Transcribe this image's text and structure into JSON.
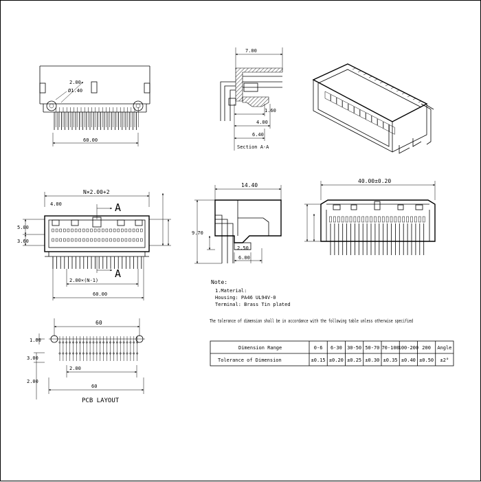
{
  "views": {
    "front_top": {
      "dim_pitch": "2.00",
      "dim_hole": "Ø1.40",
      "dim_total": "60.00"
    },
    "section": {
      "dim_top": "7.00",
      "dim_a": "1.60",
      "dim_b": "4.00",
      "dim_c": "6.40",
      "label": "Section A-A"
    },
    "front_main": {
      "dim_top": "N×2.00+2",
      "dim_left": "4.00",
      "section_marker": "A",
      "dim_h1": "5.00",
      "dim_h2": "3.60",
      "dim_bottom_pitch": "2.00×(N-1)",
      "dim_bottom_total": "60.00"
    },
    "side": {
      "dim_top": "14.40",
      "dim_left": "9.70",
      "dim_small": "2.50",
      "dim_bottom": "6.00"
    },
    "back": {
      "dim_top": "40.00±0.20"
    },
    "pcb": {
      "dim_top": "60",
      "dim_pitch": "2.00",
      "dim_total": "60",
      "label": "PCB LAYOUT",
      "left_dims": [
        "1.00",
        "3.00",
        "2.00"
      ]
    }
  },
  "notes": {
    "title": "Note:",
    "lines": [
      "1.Material:",
      "  Housing: PA46 UL94V-0",
      "  Terminal: Brass Tin plated"
    ],
    "tolerance_note": "The tolerance of dimension shall be in accordance with the following table unless otherwise specified"
  },
  "tolerance_table": {
    "header_label": "Dimension Range",
    "row_label": "Tolerance of Dimension",
    "columns": [
      "0-6",
      "6-30",
      "30-50",
      "50-70",
      "70-100",
      "100-200",
      "200",
      "Angle"
    ],
    "values": [
      "±0.15",
      "±0.20",
      "±0.25",
      "±0.30",
      "±0.35",
      "±0.40",
      "±0.50",
      "±2°"
    ]
  }
}
